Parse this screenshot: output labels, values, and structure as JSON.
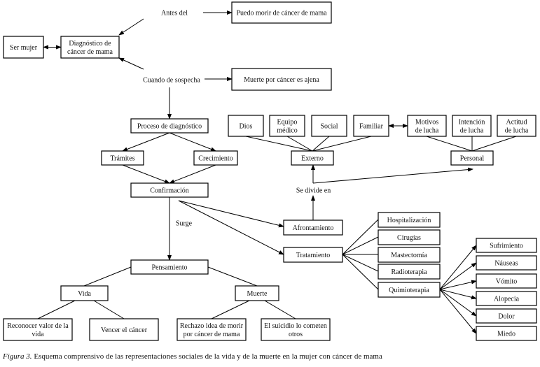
{
  "nodes": {
    "ser_mujer": {
      "label": [
        "Ser mujer"
      ]
    },
    "diagnostico": {
      "label": [
        "Diagnóstico de",
        "cáncer de mama"
      ]
    },
    "antes_del": {
      "label": [
        "Antes del"
      ]
    },
    "puedo_morir": {
      "label": [
        "Puedo morir de cáncer de mama"
      ]
    },
    "cuando_sospecha": {
      "label": [
        "Cuando de sospecha"
      ]
    },
    "muerte_ajena": {
      "label": [
        "Muerte por cáncer es ajena"
      ]
    },
    "proceso": {
      "label": [
        "Proceso de diagnóstico"
      ]
    },
    "tramites": {
      "label": [
        "Trámites"
      ]
    },
    "crecimiento": {
      "label": [
        "Crecimiento"
      ]
    },
    "confirmacion": {
      "label": [
        "Confirmación"
      ]
    },
    "surge": {
      "label": [
        "Surge"
      ]
    },
    "dios": {
      "label": [
        "Dios"
      ]
    },
    "equipo_medico": {
      "label": [
        "Equipo",
        "médico"
      ]
    },
    "social": {
      "label": [
        "Social"
      ]
    },
    "familiar": {
      "label": [
        "Familiar"
      ]
    },
    "motivos": {
      "label": [
        "Motivos",
        "de lucha"
      ]
    },
    "intencion": {
      "label": [
        "Intención",
        "de lucha"
      ]
    },
    "actitud": {
      "label": [
        "Actitud",
        "de lucha"
      ]
    },
    "externo": {
      "label": [
        "Externo"
      ]
    },
    "personal": {
      "label": [
        "Personal"
      ]
    },
    "se_divide": {
      "label": [
        "Se divide en"
      ]
    },
    "afrontamiento": {
      "label": [
        "Afrontamiento"
      ]
    },
    "tratamiento": {
      "label": [
        "Tratamiento"
      ]
    },
    "hospitalizacion": {
      "label": [
        "Hospitalización"
      ]
    },
    "cirugias": {
      "label": [
        "Cirugías"
      ]
    },
    "mastectomia": {
      "label": [
        "Mastectomía"
      ]
    },
    "radioterapia": {
      "label": [
        "Radioterapia"
      ]
    },
    "quimioterapia": {
      "label": [
        "Quimioterapia"
      ]
    },
    "sufrimiento": {
      "label": [
        "Sufrimiento"
      ]
    },
    "nauseas": {
      "label": [
        "Náuseas"
      ]
    },
    "vomito": {
      "label": [
        "Vómito"
      ]
    },
    "alopecia": {
      "label": [
        "Alopecia"
      ]
    },
    "dolor": {
      "label": [
        "Dolor"
      ]
    },
    "miedo": {
      "label": [
        "Miedo"
      ]
    },
    "pensamiento": {
      "label": [
        "Pensamiento"
      ]
    },
    "vida": {
      "label": [
        "Vida"
      ]
    },
    "muerte": {
      "label": [
        "Muerte"
      ]
    },
    "reconocer": {
      "label": [
        "Reconocer valor de la",
        "vida"
      ]
    },
    "vencer": {
      "label": [
        "Vencer el cáncer"
      ]
    },
    "rechazo": {
      "label": [
        "Rechazo idea de morir",
        "por cáncer de mama"
      ]
    },
    "suicidio": {
      "label": [
        "El suicidio lo cometen",
        "otros"
      ]
    }
  },
  "caption": {
    "prefix": "Figura 3.",
    "text": " Esquema comprensivo de las representaciones sociales de la vida y de la muerte en la mujer con cáncer de mama"
  }
}
